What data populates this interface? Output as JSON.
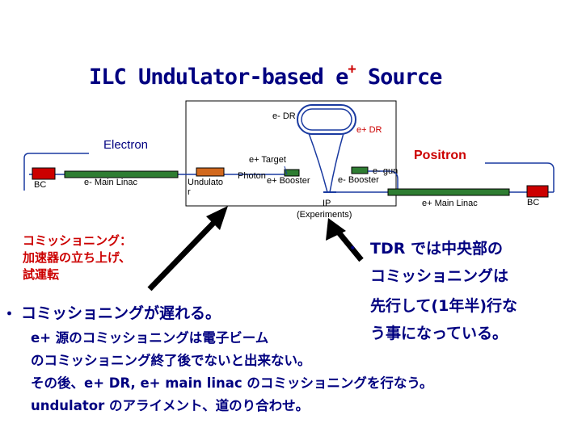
{
  "title": {
    "main": "ILC Undulator-based e",
    "sup": "+",
    "tail": " Source"
  },
  "diagram": {
    "e_dr": "e- DR",
    "e_plus_dr": "e+ DR",
    "electron": "Electron",
    "positron": "Positron",
    "bc_left": "BC",
    "e_main_linac": "e- Main Linac",
    "undulator": "Undulato\nr",
    "e_plus_target": "e+ Target",
    "photon": "Photon",
    "e_plus_booster": "e+ Booster",
    "e_gun": "e- gun",
    "e_booster": "e- Booster",
    "ip": "IP",
    "experiments": "(Experiments)",
    "e_plus_main_linac": "e+ Main Linac",
    "bc_right": "BC"
  },
  "notes": {
    "commissioning_label": [
      "コミッショニング：",
      "加速器の立ち上げ、",
      "試運転"
    ],
    "tdr_lines": [
      "TDR では中央部の",
      "コミッショニングは",
      "先行して(1年半)行な",
      "う事になっている。"
    ],
    "delay_line": "コミッショニングが遅れる。",
    "body_lines": [
      "e+ 源のコミッショニングは電子ビーム",
      "のコミッショニング終了後でないと出来ない。",
      "その後、e+ DR, e+ main linac のコミッショニングを行なう。",
      "undulator のアライメント、道のり合わせ。"
    ],
    "bullet": "・"
  },
  "colors": {
    "navy": "#000080",
    "red": "#cc0000",
    "green": "#2e7d32",
    "orange": "#d2691e",
    "linac_blue": "#1a3aa0"
  }
}
